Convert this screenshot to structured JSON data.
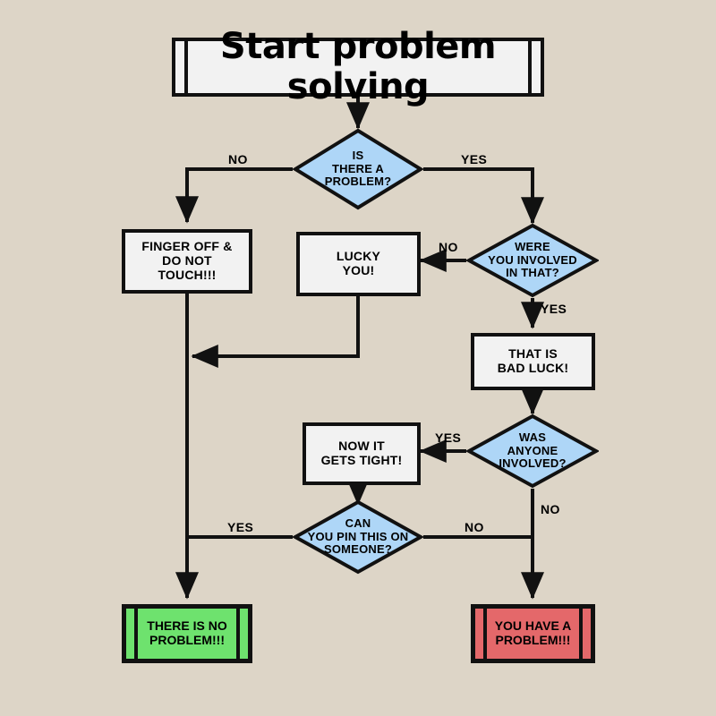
{
  "chart_data": {
    "type": "diagram",
    "title": "Start problem solving",
    "background_color": "#ddd5c7",
    "decision_fill": "#aed6f7",
    "process_fill": "#f2f2f2",
    "success_fill": "#6ee26e",
    "failure_fill": "#e4686a",
    "stroke_color": "#111111",
    "nodes": [
      {
        "id": "start",
        "shape": "terminator",
        "text": "Start problem solving"
      },
      {
        "id": "is_problem",
        "shape": "decision",
        "text": "IS\nTHERE A\nPROBLEM?"
      },
      {
        "id": "finger_off",
        "shape": "process",
        "text": "FINGER OFF &\nDO NOT\nTOUCH!!!"
      },
      {
        "id": "lucky_you",
        "shape": "process",
        "text": "LUCKY\nYOU!"
      },
      {
        "id": "were_involved",
        "shape": "decision",
        "text": "WERE\nYOU INVOLVED\nIN THAT?"
      },
      {
        "id": "bad_luck",
        "shape": "process",
        "text": "THAT IS\nBAD LUCK!"
      },
      {
        "id": "anyone_involved",
        "shape": "decision",
        "text": "WAS\nANYONE\nINVOLVED?"
      },
      {
        "id": "gets_tight",
        "shape": "process",
        "text": "NOW IT\nGETS TIGHT!"
      },
      {
        "id": "pin_on_someone",
        "shape": "decision",
        "text": "CAN\nYOU PIN THIS ON\nSOMEONE?"
      },
      {
        "id": "no_problem",
        "shape": "terminator",
        "text": "THERE IS NO\nPROBLEM!!!"
      },
      {
        "id": "have_problem",
        "shape": "terminator",
        "text": "YOU HAVE A\nPROBLEM!!!"
      }
    ],
    "edges": [
      {
        "from": "start",
        "to": "is_problem",
        "label": ""
      },
      {
        "from": "is_problem",
        "to": "finger_off",
        "label": "NO"
      },
      {
        "from": "is_problem",
        "to": "were_involved",
        "label": "YES"
      },
      {
        "from": "were_involved",
        "to": "lucky_you",
        "label": "NO"
      },
      {
        "from": "were_involved",
        "to": "bad_luck",
        "label": "YES"
      },
      {
        "from": "lucky_you",
        "to": "no_problem",
        "label": ""
      },
      {
        "from": "finger_off",
        "to": "no_problem",
        "label": ""
      },
      {
        "from": "bad_luck",
        "to": "anyone_involved",
        "label": ""
      },
      {
        "from": "anyone_involved",
        "to": "gets_tight",
        "label": "YES"
      },
      {
        "from": "anyone_involved",
        "to": "have_problem",
        "label": "NO"
      },
      {
        "from": "gets_tight",
        "to": "pin_on_someone",
        "label": ""
      },
      {
        "from": "pin_on_someone",
        "to": "no_problem",
        "label": "YES"
      },
      {
        "from": "pin_on_someone",
        "to": "have_problem",
        "label": "NO"
      }
    ]
  },
  "nodes": {
    "start": {
      "title": "Start problem solving"
    },
    "is_problem": {
      "l1": "IS",
      "l2": "THERE A",
      "l3": "PROBLEM?"
    },
    "finger_off": {
      "l1": "FINGER OFF &",
      "l2": "DO NOT",
      "l3": "TOUCH!!!"
    },
    "lucky_you": {
      "l1": "LUCKY",
      "l2": "YOU!"
    },
    "were_involved": {
      "l1": "WERE",
      "l2": "YOU INVOLVED",
      "l3": "IN THAT?"
    },
    "bad_luck": {
      "l1": "THAT IS",
      "l2": "BAD LUCK!"
    },
    "anyone_involved": {
      "l1": "WAS",
      "l2": "ANYONE",
      "l3": "INVOLVED?"
    },
    "gets_tight": {
      "l1": "NOW IT",
      "l2": "GETS TIGHT!"
    },
    "pin_on_someone": {
      "l1": "CAN",
      "l2": "YOU PIN THIS ON",
      "l3": "SOMEONE?"
    },
    "no_problem": {
      "l1": "THERE IS NO",
      "l2": "PROBLEM!!!"
    },
    "have_problem": {
      "l1": "YOU HAVE A",
      "l2": "PROBLEM!!!"
    }
  },
  "labels": {
    "is_problem_no": "NO",
    "is_problem_yes": "YES",
    "were_involved_no": "NO",
    "were_involved_yes": "YES",
    "anyone_involved_yes": "YES",
    "anyone_involved_no": "NO",
    "pin_yes": "YES",
    "pin_no": "NO"
  }
}
